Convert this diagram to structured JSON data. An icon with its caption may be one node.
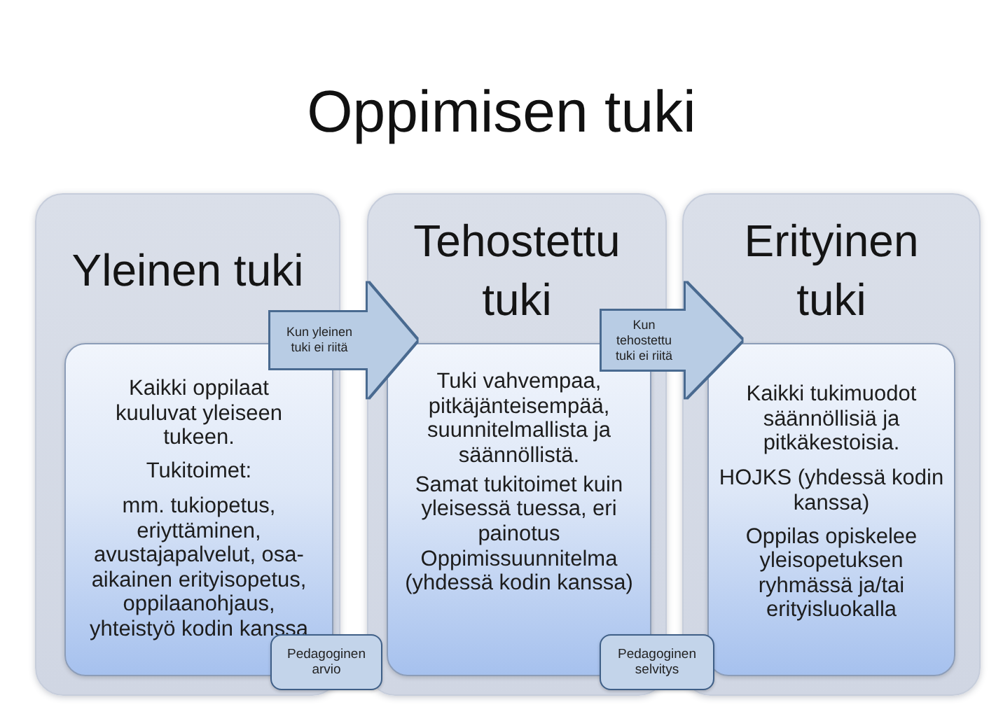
{
  "diagram": {
    "title": "Oppimisen tuki",
    "nodes": [
      {
        "text": [
          "Yleinen tuki"
        ]
      },
      {
        "text": [
          "Kaikki oppilaat kuuluvat yleiseen tukeen.",
          "Tukitoimet:",
          "mm. tukiopetus, eriyttäminen, avustajapalvelut, osa-aikainen erityisopetus, oppilaanohjaus, yhteistyö kodin kanssa"
        ],
        "in": 0
      },
      {
        "text": [
          "Tehostettu tuki"
        ]
      },
      {
        "text": [
          "Tuki vahvempaa, pitkäjänteisempää, suunnitelmallista ja säännöllistä.",
          "Samat tukitoimet kuin yleisessä tuessa, eri painotus",
          "Oppimissuunnitelma (yhdessä kodin kanssa)"
        ],
        "in": 2
      },
      {
        "text": [
          "Erityinen tuki"
        ]
      },
      {
        "text": [
          "Kaikki tukimuodot säännöllisiä ja pitkäkestoisia.",
          "HOJKS (yhdessä kodin kanssa)",
          "Oppilas opiskelee yleisopetuksen ryhmässä ja/tai erityisluokalla"
        ],
        "in": 4
      },
      {
        "text": [
          "Pedagoginen arvio"
        ]
      },
      {
        "text": [
          "Pedagoginen selvitys"
        ]
      }
    ],
    "edges": [
      {
        "from": 0,
        "to": 2,
        "arrow": "to",
        "label": "Kun yleinen tuki ei riitä"
      },
      {
        "from": 2,
        "to": 4,
        "arrow": "to",
        "label": "Kun tehostettu tuki ei riitä"
      }
    ]
  }
}
